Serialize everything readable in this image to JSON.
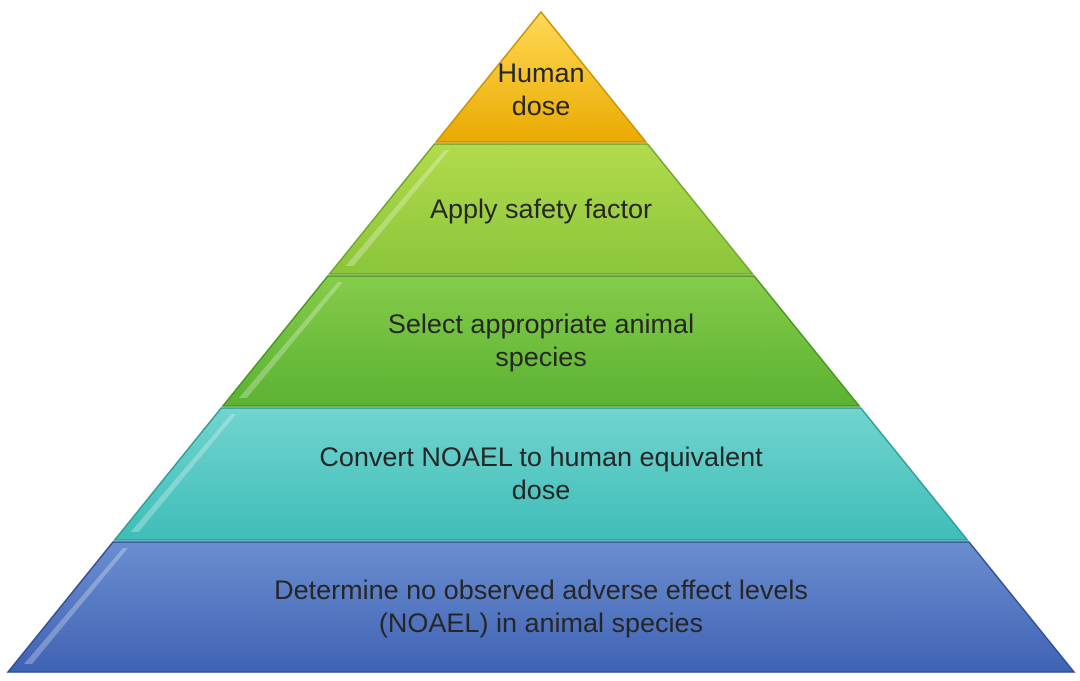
{
  "pyramid": {
    "tiers": [
      {
        "lines": [
          "Human",
          "dose"
        ],
        "color_top": "#FFD957",
        "color_bottom": "#EAAA00",
        "edge_color": "#C99200"
      },
      {
        "lines": [
          "Apply safety factor"
        ],
        "color_top": "#B2DB4C",
        "color_bottom": "#8BC53A",
        "edge_color": "#6FA52A"
      },
      {
        "lines": [
          "Select appropriate animal",
          "species"
        ],
        "color_top": "#86CC4A",
        "color_bottom": "#5BB232",
        "edge_color": "#46951F"
      },
      {
        "lines": [
          "Convert NOAEL to human equivalent",
          "dose"
        ],
        "color_top": "#72D4CF",
        "color_bottom": "#3FBDB8",
        "edge_color": "#2A9D99"
      },
      {
        "lines": [
          "Determine no observed adverse effect levels",
          "(NOAEL) in animal species"
        ],
        "color_top": "#6B8ED0",
        "color_bottom": "#3F63B4",
        "edge_color": "#2E4E95"
      }
    ]
  }
}
